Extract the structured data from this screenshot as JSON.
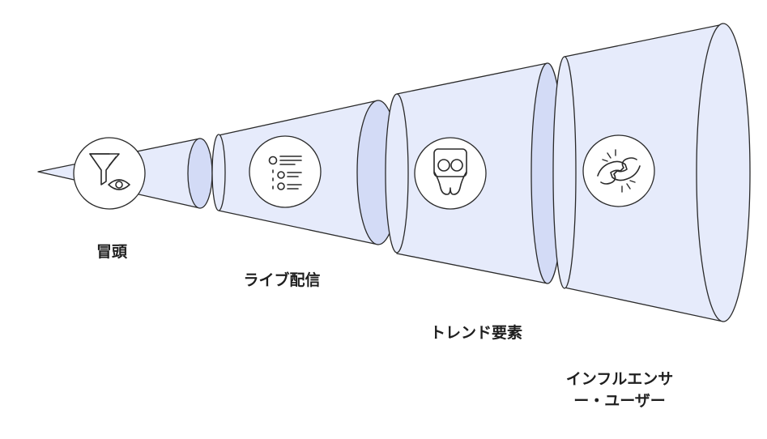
{
  "colors": {
    "fill": "#e6ebfb",
    "fill_dark": "#d3dbf6",
    "stroke": "#2a2a2a",
    "icon_bg": "#ffffff",
    "text": "#1f1f1f"
  },
  "stages": [
    {
      "label": "冒頭",
      "icon": "funnel-eye-icon"
    },
    {
      "label": "ライブ配信",
      "icon": "checklist-icon"
    },
    {
      "label": "トレンド要素",
      "icon": "slideshare-icon"
    },
    {
      "label": "インフルエンサー・ユーザー",
      "label_line1": "インフルエンサ",
      "label_line2": "ー・ユーザー",
      "icon": "fist-bump-icon"
    }
  ]
}
